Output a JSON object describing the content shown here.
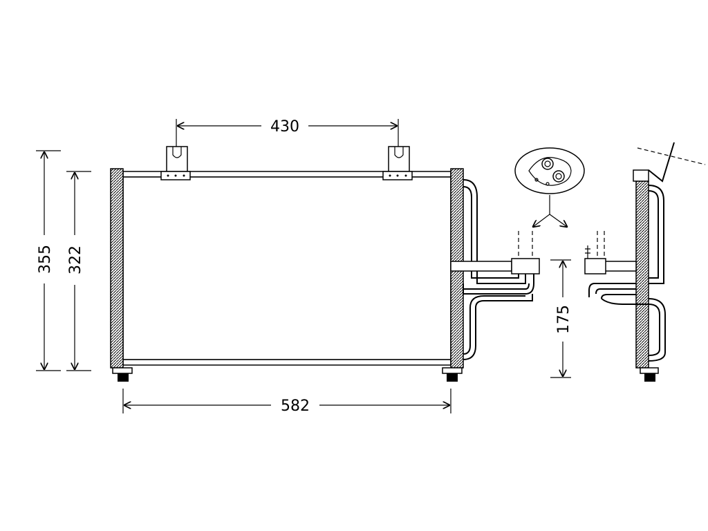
{
  "dimensions": {
    "bracket_spacing": "430",
    "total_height": "355",
    "core_height": "322",
    "core_width": "582",
    "pipe_height": "175"
  },
  "colors": {
    "line": "#000000",
    "background": "#ffffff"
  }
}
